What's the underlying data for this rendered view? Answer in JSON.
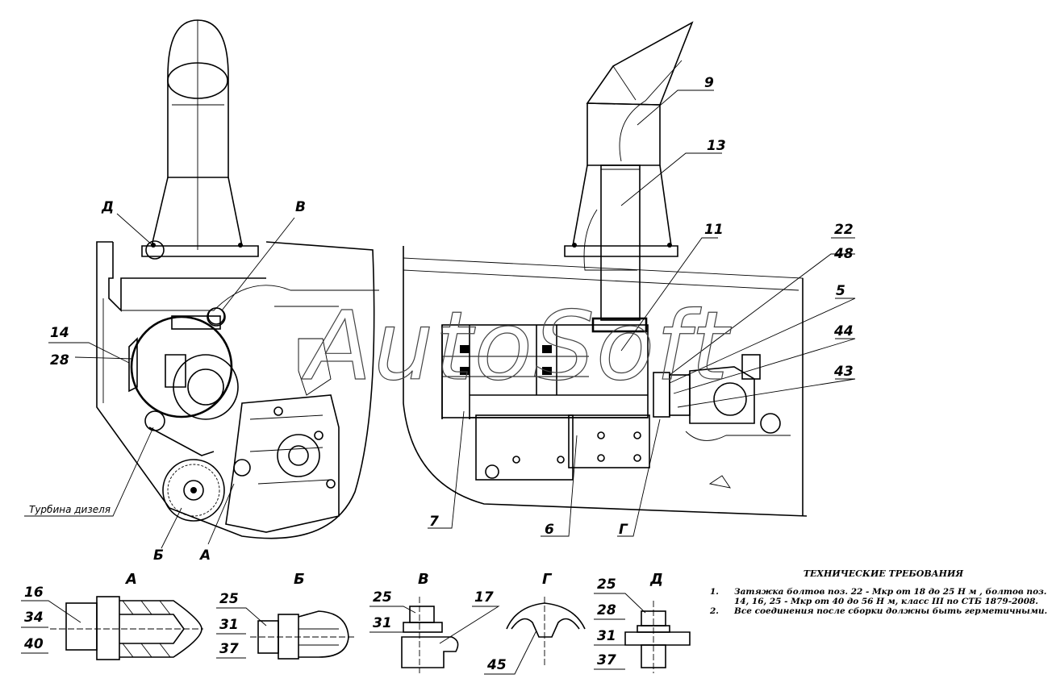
{
  "watermark": "AutoSoft",
  "callouts": {
    "c9": "9",
    "c13": "13",
    "c11": "11",
    "c22": "22",
    "c48": "48",
    "c5": "5",
    "c44": "44",
    "c43": "43",
    "c7": "7",
    "c6": "6",
    "c14": "14",
    "c28": "28",
    "G_main": "Г",
    "D_main": "Д",
    "V_main": "В",
    "B_main": "Б",
    "A_main": "А"
  },
  "turbine_label": "Турбина дизеля",
  "details": {
    "A": {
      "title": "А",
      "labels": [
        "16",
        "34",
        "40"
      ]
    },
    "B": {
      "title": "Б",
      "labels": [
        "25",
        "31",
        "37"
      ]
    },
    "V": {
      "title": "В",
      "labels": [
        "25",
        "31",
        "17"
      ]
    },
    "G": {
      "title": "Г",
      "labels": [
        "45"
      ]
    },
    "D": {
      "title": "Д",
      "labels": [
        "25",
        "28",
        "31",
        "37"
      ]
    }
  },
  "tech_requirements": {
    "title": "ТЕХНИЧЕСКИЕ ТРЕБОВАНИЯ",
    "items": [
      {
        "num": "1.",
        "text": "Затяжка болтов поз. 22  - Мкр от 18 до 25  Н м , болтов поз. 14, 16, 25 - Мкр от 40 до 56  Н м,  класс  III по СТБ 1879-2008."
      },
      {
        "num": "2.",
        "text": "Все соединения после сборки должны быть герметичными."
      }
    ]
  }
}
